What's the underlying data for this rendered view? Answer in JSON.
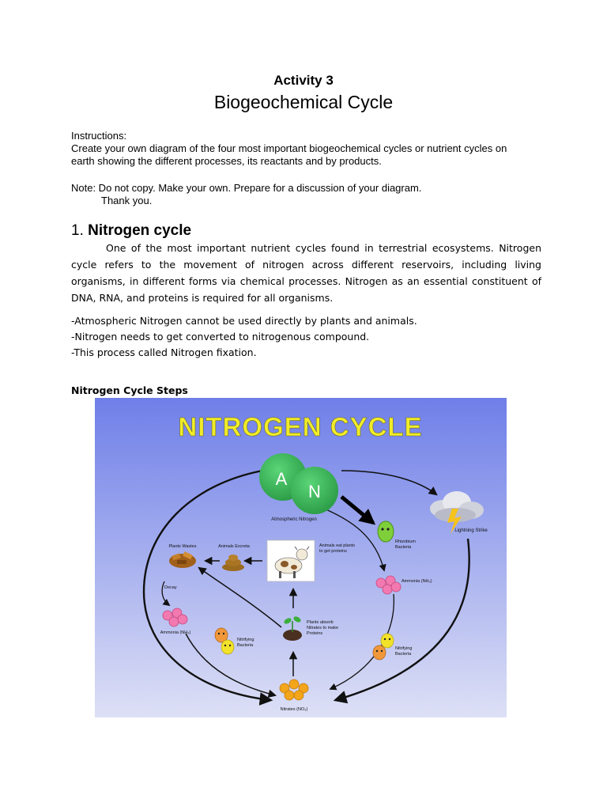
{
  "header": {
    "activity": "Activity 3",
    "title": "Biogeochemical Cycle"
  },
  "instructions": {
    "label": "Instructions:",
    "line1": "Create your own diagram of the four most important biogeochemical cycles or nutrient cycles on",
    "line2": "earth showing the different processes, its reactants and by products.",
    "note": "Note: Do not copy. Make your own. Prepare for a discussion of your diagram.",
    "thanks": "Thank you."
  },
  "section": {
    "number": "1.",
    "heading": "Nitrogen cycle",
    "paragraph": "One of the most important nutrient cycles found in terrestrial ecosystems. Nitrogen cycle refers to the movement of nitrogen across different reservoirs, including living organisms, in different forms via chemical processes. Nitrogen as an essential constituent of DNA, RNA, and proteins is required for all organisms.",
    "bullets": [
      "-Atmospheric Nitrogen cannot be used directly by plants and animals.",
      "-Nitrogen needs to get converted to nitrogenous compound.",
      "-This process called Nitrogen fixation."
    ],
    "steps_label": "Nitrogen Cycle Steps"
  },
  "diagram": {
    "title": "NITROGEN CYCLE",
    "atom_a": "A",
    "atom_n": "N",
    "atmospheric": "Atmospheric Nitrogen",
    "lightning": "Lightning Strike",
    "rhizobium_1": "Rhizobium",
    "rhizobium_2": "Bacteria",
    "ammonia_right": "Ammonia (NH₃)",
    "plants_wastes": "Plants Wastes",
    "animals_excreta": "Animals Excreta",
    "animals_eat_1": "Animals eat plants",
    "animals_eat_2": "to get proteins",
    "decay": "Decay",
    "ammonia_left": "Ammonia (NH₃)",
    "plants_absorb_1": "Plants absorb",
    "plants_absorb_2": "Nitrates to make",
    "plants_absorb_3": "Proteins",
    "nitrifying_left_1": "Nitrifying",
    "nitrifying_left_2": "Bacteria",
    "nitrifying_right_1": "Nitrifying",
    "nitrifying_right_2": "Bacteria",
    "nitrates": "Nitrates (NO₃)",
    "colors": {
      "bg_top": "#6f7fe8",
      "bg_bottom": "#dde0f5",
      "title": "#f1ec29",
      "atom": "#3cbf5a",
      "ammonia": "#f27ab0",
      "nitrates": "#f3a51b"
    }
  }
}
